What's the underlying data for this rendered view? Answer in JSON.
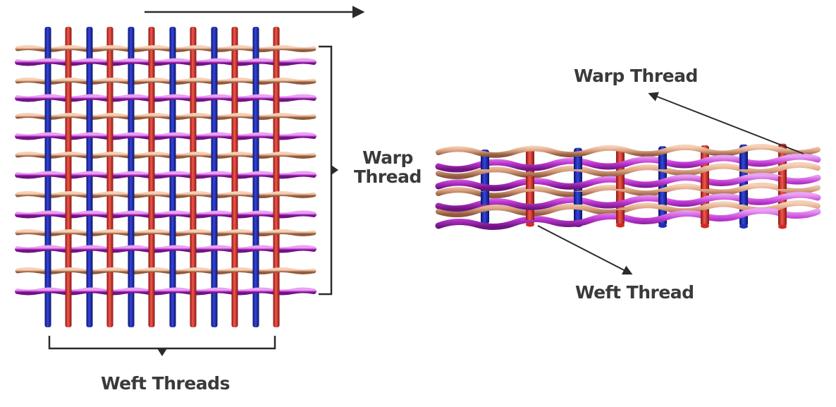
{
  "labels": {
    "warp_left_line1": "Warp",
    "warp_left_line2": "Thread",
    "warp_right": "Warp Thread",
    "weft_right": "Weft Thread",
    "weft_bottom": "Weft Threads"
  },
  "colors": {
    "blue_thread": "#1f2fb8",
    "red_thread": "#d42a22",
    "magenta_thread": "#c23ad6",
    "tan_thread": "#d9a07f",
    "annotation": "#2b2b2b",
    "label_text": "#3a3a3a"
  }
}
